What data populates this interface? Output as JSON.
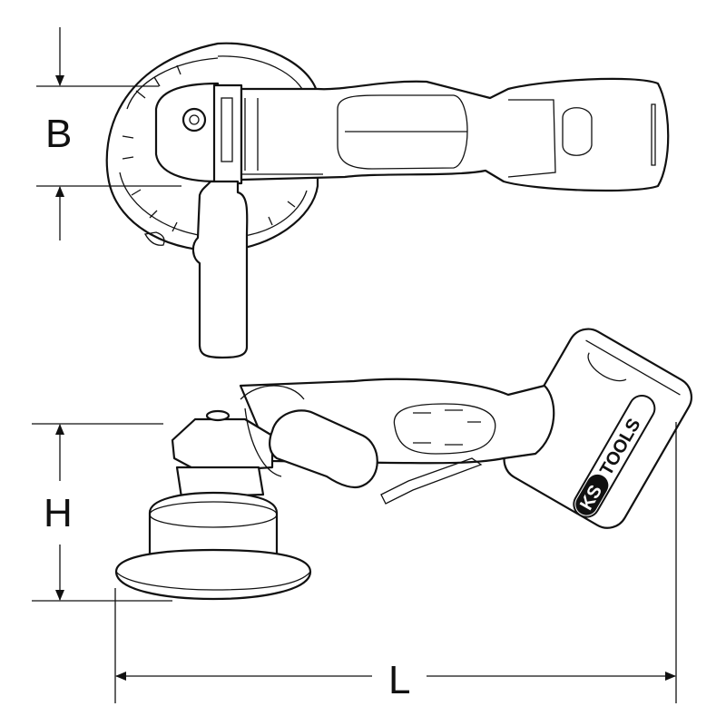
{
  "dimensions": {
    "width_label": "B",
    "height_label": "H",
    "length_label": "L"
  },
  "logo": {
    "brand_prefix": "KS",
    "brand_suffix": "TOOLS"
  },
  "colors": {
    "line": "#111111",
    "background": "#ffffff"
  }
}
